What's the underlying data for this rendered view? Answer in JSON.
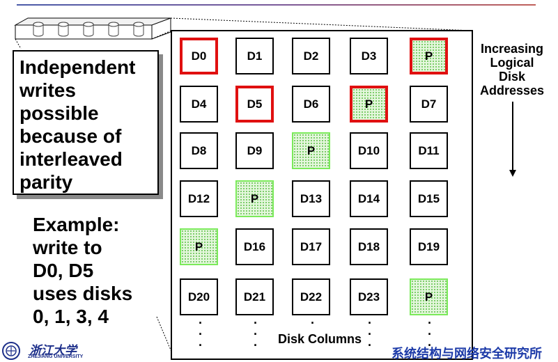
{
  "callout": {
    "lines": [
      "Independent",
      "writes",
      "possible",
      "because of",
      "interleaved",
      "parity"
    ]
  },
  "example": {
    "lines": [
      "Example:",
      "write to",
      "D0, D5",
      "uses disks",
      "0, 1, 3, 4"
    ]
  },
  "side_label": {
    "lines": [
      "Increasing",
      "Logical",
      "Disk",
      "Addresses"
    ]
  },
  "grid": {
    "rows": [
      [
        {
          "label": "D0",
          "parity": false,
          "highlight": true
        },
        {
          "label": "D1",
          "parity": false,
          "highlight": false
        },
        {
          "label": "D2",
          "parity": false,
          "highlight": false
        },
        {
          "label": "D3",
          "parity": false,
          "highlight": false
        },
        {
          "label": "P",
          "parity": true,
          "highlight": true
        }
      ],
      [
        {
          "label": "D4",
          "parity": false,
          "highlight": false
        },
        {
          "label": "D5",
          "parity": false,
          "highlight": true
        },
        {
          "label": "D6",
          "parity": false,
          "highlight": false
        },
        {
          "label": "P",
          "parity": true,
          "highlight": true
        },
        {
          "label": "D7",
          "parity": false,
          "highlight": false
        }
      ],
      [
        {
          "label": "D8",
          "parity": false,
          "highlight": false
        },
        {
          "label": "D9",
          "parity": false,
          "highlight": false
        },
        {
          "label": "P",
          "parity": true,
          "highlight": false
        },
        {
          "label": "D10",
          "parity": false,
          "highlight": false
        },
        {
          "label": "D11",
          "parity": false,
          "highlight": false
        }
      ],
      [
        {
          "label": "D12",
          "parity": false,
          "highlight": false
        },
        {
          "label": "P",
          "parity": true,
          "highlight": false
        },
        {
          "label": "D13",
          "parity": false,
          "highlight": false
        },
        {
          "label": "D14",
          "parity": false,
          "highlight": false
        },
        {
          "label": "D15",
          "parity": false,
          "highlight": false
        }
      ],
      [
        {
          "label": "P",
          "parity": true,
          "highlight": false
        },
        {
          "label": "D16",
          "parity": false,
          "highlight": false
        },
        {
          "label": "D17",
          "parity": false,
          "highlight": false
        },
        {
          "label": "D18",
          "parity": false,
          "highlight": false
        },
        {
          "label": "D19",
          "parity": false,
          "highlight": false
        }
      ],
      [
        {
          "label": "D20",
          "parity": false,
          "highlight": false
        },
        {
          "label": "D21",
          "parity": false,
          "highlight": false
        },
        {
          "label": "D22",
          "parity": false,
          "highlight": false
        },
        {
          "label": "D23",
          "parity": false,
          "highlight": false
        },
        {
          "label": "P",
          "parity": true,
          "highlight": false
        }
      ]
    ],
    "footer": "Disk Columns"
  },
  "footer": {
    "university_name": "ZHEJIANG UNIVERSITY",
    "university_logo_text": "浙江大学",
    "lab_name": "系统结构与网络安全研究所"
  },
  "colors": {
    "highlight": "#e01010",
    "parity_border": "#7bea5a",
    "parity_fill": "#e4f7dc",
    "lab_text": "#1c3aa8"
  }
}
